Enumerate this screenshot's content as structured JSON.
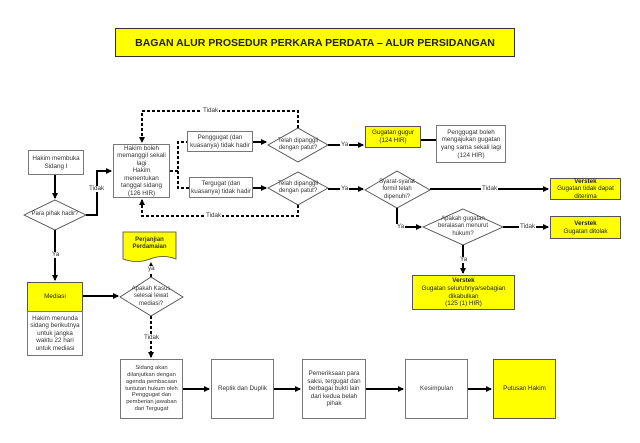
{
  "title": "BAGAN ALUR PROSEDUR PERKARA PERDATA – ALUR PERSIDANGAN",
  "colors": {
    "highlight": "#ffff00",
    "line": "#000000",
    "border": "#777777"
  },
  "nodes": {
    "hakim_membuka": "Hakim membuka Sidang I",
    "para_pihak": "Para pihak hadir?",
    "hakim_boleh": [
      "Hakim boleh memanggil sekali lagi",
      "Hakim menentukan tanggal sidang (126 HIR)"
    ],
    "penggugat_tidak_hadir": "Penggugat (dan kuasanya) tidak hadir",
    "tergugat_tidak_hadir": "Tergugat (dan kuasanya) tidak hadir",
    "dipanggil_1": "Telah dipanggil dengan patut?",
    "dipanggil_2": "Telah dipanggil dengan patut?",
    "gugatan_gugur": [
      "Gugatan gugur",
      "(124 HIR)"
    ],
    "penggugat_boleh": [
      "Penggugat boleh mengajukan gugatan yang sama sekali lagi",
      "(124 HIR)"
    ],
    "syarat_formil": "Syarat-syarat formil telah dipenuhi?",
    "verstek_tidak_diterima": {
      "head": "Verstek",
      "body": "Gugatan tidak dapat diterima"
    },
    "apakah_beralasan": "Apakah gugatan beralasan menurut hukum?",
    "verstek_ditolak": {
      "head": "Verstek",
      "body": "Gugatan ditolak"
    },
    "verstek_dikabulkan": {
      "head": "Verstek",
      "body": "Gugatan seluruhnya/sebagian dikabulkan",
      "ref": "(125 (1) HIR)"
    },
    "mediasi": "Mediasi",
    "mediasi_note": "Hakim menunda sidang berikutnya untuk jangka waktu 22 hari untuk mediasi",
    "kasus_selesai": "Apakah Kasus selesai lewat mediasi?",
    "perjanjian": "Perjanjian Perdamaian",
    "sidang_lanjut": "Sidang akan dilanjutkan dengan agenda pembacaan tuntutan hukum oleh Penggugat dan pemberian jawaban dari Tergugat",
    "replik": "Replik dan Duplik",
    "pemeriksaan": "Pemeriksaan para saksi, tergugat dan berbagai bukti lain dari kedua belah pihak",
    "kesimpulan": "Kesimpulan",
    "putusan": "Putusan Hakim"
  },
  "labels": {
    "ya": "Ya",
    "ya_lower": "ya",
    "tidak": "Tidak"
  }
}
